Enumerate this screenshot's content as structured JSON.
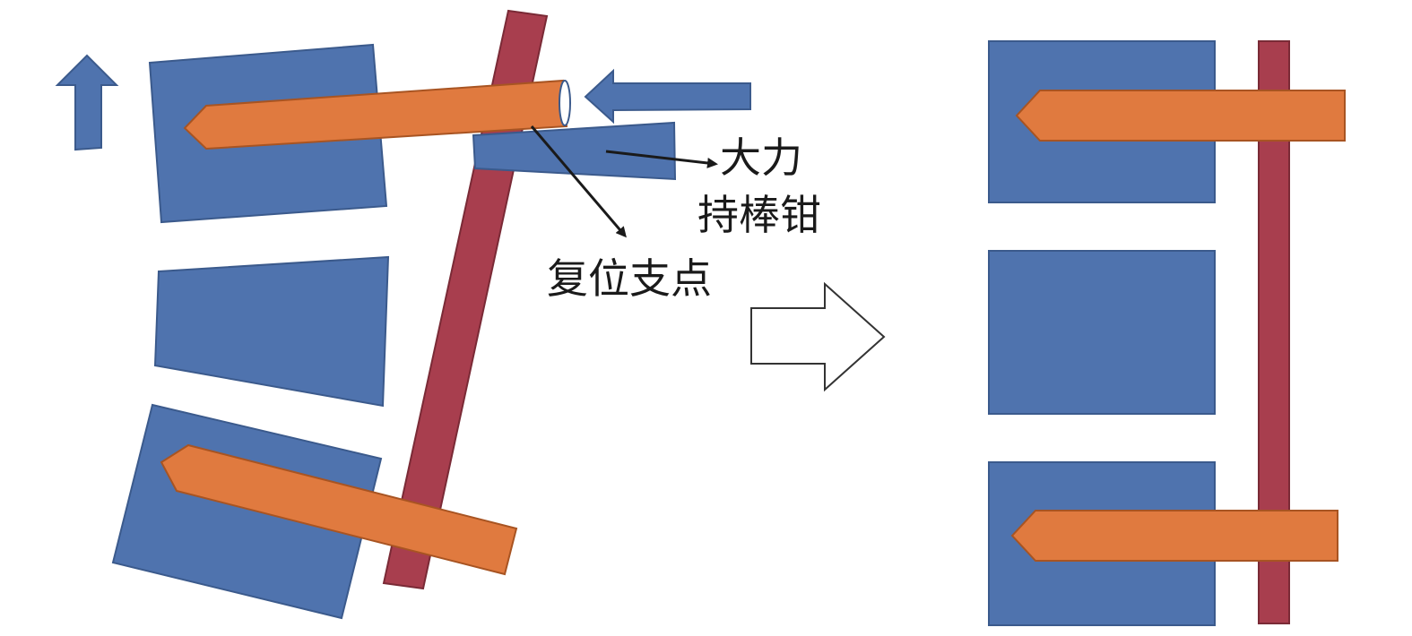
{
  "labels": {
    "forceps_line1": "大力",
    "forceps_line2": "持棒钳",
    "fulcrum": "复位支点"
  },
  "colors": {
    "vertebra_fill": "#4F73AE",
    "vertebra_stroke": "#3B5A8C",
    "screw_fill": "#E07A3F",
    "screw_stroke": "#A85422",
    "rod_fill": "#A83E4E",
    "rod_stroke": "#7A2A36",
    "arrow_blue": "#4F73AE",
    "annotation_arrow": "#1a1a1a"
  },
  "icons": {
    "up_arrow": "blue-up-arrow-icon",
    "push_arrow": "blue-left-arrow-icon",
    "transition_arrow": "hollow-right-arrow-icon"
  }
}
